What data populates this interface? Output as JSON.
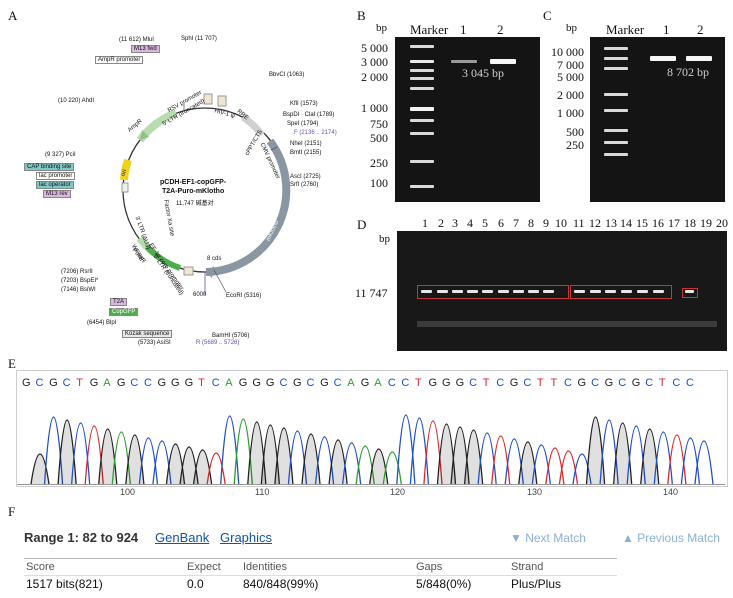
{
  "panel_letters": {
    "a": "A",
    "b": "B",
    "c": "C",
    "d": "D",
    "e": "E",
    "f": "F"
  },
  "map": {
    "title_line1": "pCDH-EF1-copGFP-",
    "title_line2": "T2A-Puro-mKlotho",
    "size": "11,747 碱基对",
    "labels": [
      {
        "id": "mlui",
        "text": "(11 612)  MluI"
      },
      {
        "id": "sphi",
        "text": "SphI  (11 707)"
      },
      {
        "id": "bbvci",
        "text": "BbvCI  (1063)"
      },
      {
        "id": "kfli",
        "text": "KflI  (1573)"
      },
      {
        "id": "bspdi",
        "text": "BspDI · ClaI  (1789)"
      },
      {
        "id": "spei",
        "text": "SpeI  (1794)"
      },
      {
        "id": "f",
        "text": "F  (2136 .. 2174)"
      },
      {
        "id": "nhei",
        "text": "NheI  (2151)"
      },
      {
        "id": "bmti",
        "text": "BmtI  (2155)"
      },
      {
        "id": "asci",
        "text": "AscI  (2725)"
      },
      {
        "id": "srfi",
        "text": "SrfI  (2760)"
      },
      {
        "id": "ahdi",
        "text": "(10 220)  AhdI"
      },
      {
        "id": "pcii",
        "text": "(9 327)  PciI"
      },
      {
        "id": "rsrii",
        "text": "(7206)  RsrII"
      },
      {
        "id": "bspei",
        "text": "(7203)  BspEI*"
      },
      {
        "id": "bsiwi",
        "text": "(7146)  BsiWI"
      },
      {
        "id": "blpi",
        "text": "(6454)  BlpI"
      },
      {
        "id": "asisi",
        "text": "(5733)  AsiSI"
      },
      {
        "id": "ecori",
        "text": "EcoRI  (5316)"
      },
      {
        "id": "bamhi",
        "text": "BamHI  (5706)"
      },
      {
        "id": "r",
        "text": "R  (5689 .. 5726)"
      }
    ],
    "tags": {
      "m13fwd": "M13 fwd",
      "ampr_promoter": "AmpR promoter",
      "cap": "CAP binding site",
      "lac_promoter": "lac promoter",
      "lac_operator": "lac operator",
      "m13rev": "M13 rev",
      "t2a": "T2A",
      "copgfp": "CopGFP",
      "kozak": "Kozak sequence"
    },
    "features": {
      "ampr": "AmpR",
      "rsv": "RSV promoter",
      "ltr5": "5' LTR (truncated)",
      "hiv": "HIV-1 ψ",
      "rre": "RRE",
      "cppt": "cPPT/CTS",
      "cmv": "CMV promoter",
      "mklotho": "mKlotho",
      "ori": "ori",
      "factor_xa": "Factor Xa site",
      "ltr3": "3' LTR (ΔU3)",
      "wpre": "WPRE",
      "ef1a": "EF-1α core promoter",
      "ltr5b": "5' LTR (truncated)",
      "puror": "PuroR",
      "pos6000": "6000",
      "cds": "8 cds"
    }
  },
  "gel_b": {
    "header": {
      "bp": "bp",
      "marker": "Marker",
      "lane1": "1",
      "lane2": "2"
    },
    "ladder": [
      "5 000",
      "3 000",
      "2 000",
      "1 000",
      "750",
      "500",
      "250",
      "100"
    ],
    "band_label": "3 045 bp"
  },
  "gel_c": {
    "header": {
      "bp": "bp",
      "marker": "Marker",
      "lane1": "1",
      "lane2": "2"
    },
    "ladder": [
      "10 000",
      "7 000",
      "5 000",
      "2 000",
      "1 000",
      "500",
      "250"
    ],
    "band_label": "8 702 bp"
  },
  "gel_d": {
    "lanes": [
      "1",
      "2",
      "3",
      "4",
      "5",
      "6",
      "7",
      "8",
      "9",
      "10",
      "11",
      "12",
      "13",
      "14",
      "15",
      "16",
      "17",
      "18",
      "19",
      "20"
    ],
    "bp": "bp",
    "size_label": "11 747"
  },
  "chromatogram": {
    "sequence": [
      "G",
      "C",
      "G",
      "C",
      "T",
      "G",
      "A",
      "G",
      "C",
      "C",
      "G",
      "G",
      "G",
      "T",
      "C",
      "A",
      "G",
      "G",
      "G",
      "C",
      "G",
      "C",
      "G",
      "C",
      "A",
      "G",
      "A",
      "C",
      "C",
      "T",
      "G",
      "G",
      "G",
      "C",
      "T",
      "C",
      "G",
      "C",
      "T",
      "T",
      "C",
      "G",
      "C",
      "G",
      "C",
      "G",
      "C",
      "T",
      "C",
      "C"
    ],
    "ticks": [
      "100",
      "110",
      "120",
      "130",
      "140"
    ],
    "base_colors": {
      "A": "#2ca02c",
      "C": "#1f4fd1",
      "G": "#222222",
      "T": "#e0252a"
    }
  },
  "blast": {
    "range": "Range 1: 82 to 924",
    "genbank": "GenBank",
    "graphics": "Graphics",
    "next": "▼ Next Match",
    "prev": "▲ Previous Match",
    "headers": [
      "Score",
      "Expect",
      "Identities",
      "Gaps",
      "Strand"
    ],
    "values": [
      "1517 bits(821)",
      "0.0",
      "840/848(99%)",
      "5/848(0%)",
      "Plus/Plus"
    ]
  }
}
